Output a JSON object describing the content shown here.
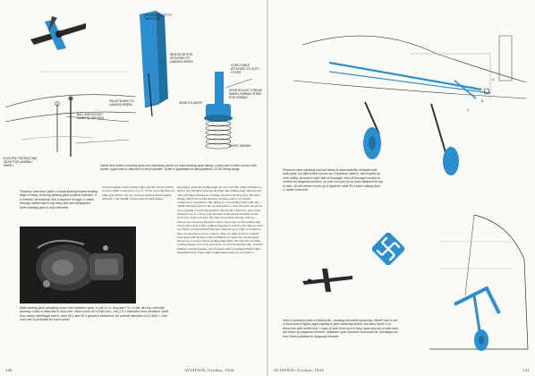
{
  "left_page": {
    "page_number": "140",
    "footer": "AVIATION, October, 1944",
    "diagram_labels": {
      "electric_gear": "ELECTRIC RETRACTING GEAR FOR LANDING WHEEL",
      "ball_socket": "BALL AND SOCKET GUIDE IN TOP SKIN",
      "indicator": "INDICATOR ROD ATTACHED TO LANDING WHEEL",
      "pin_landing": "PIN ATTACHED TO LANDING WHEEL",
      "hinged_cover": "HINGED COVER TO INDICATOR",
      "gear_cylinder": "GEAR CYLINDER",
      "cord_cable": "CORD CABLE ATTACHED TO OLEO COVER",
      "gear_roller": "GEAR ROLLER TORQUE WHEEL FAIRING STRAP ROD FAIRING",
      "speed_fairing": "SPEED FAIRING"
    },
    "caption_gear": "Phantom view from pilot's cockpit looking toward leading edge of wing, showing landing gear position indicator. It is entirely mechanical, like a bayonet of eggs. It slides through slotted ball in top wing skin and disappears when landing gear is fully retracted.",
    "caption_detail": "Detail field sketch showing pressure indicating marks on main landing gear fairing. Lower part of oleo moves with wheel; upper part is attached to strut cylinder. Scale is graduated in atmospheres, 20-80 being range.",
    "caption_photo": "Main landing gear actuating motor and reduction gear, a unit 14 in. long and 7 in. in dia. all ring, with ball-bearing; motor is attached to fluid over. Motor turns at 14,000 rpm., has 2.5:1 reduction from armature shaft thus safely centrifugal clutch, then 55:1 and 40:1 gearbox reductions for overall reduction of 12,494:1. One such unit is provided for each wheel.",
    "body_col1": "riveted together at the leading edge, and the whole is fabric covered. With a total span of 11 ft. 3/4 in. each, the flaps are built up in halves, the two sections being riveted together adjacent to the middle of three ball bearing hinges.",
    "body_col2": "ing hinges. Atop the trailing edge are two 5-in. dia. rubber bumpers to absorb any vibration between the flaps and trailing edge. Inboard and outboard hinge fittings are castings riveted to the flap spar. The mid-fitting, which also forms the flap actuating arm, is of welded construction. Attached to this fitting is a rod reading from 0-60 deg., visible through a hole in the top skin panel, so that the pilot can get an exact reading of each flap position. Electrically driven by gear trains through a cut to a screw jack attached to the motor mounted on the front face of the rear spar, the flaps move down 60 deg. The two motors are connected through a relay control box so that neither flap can go more than 3 deg. without stopping to wait for the other to catch up. Fabric-covered metal Frise-type ailerons are so light in weight as they are reported to be on controls. They are built around a channel monospar with beaded vertical stiffeners to which are riveted upper and lower two-piece metal leading edge skins. The ailerons are hung on three hinges. All of the spar there are 10 conventional ribs, with the familiar rounded gussets, and 10 intercostals of stamped ringed light aluminum alloy. These light weight intercostals are provided to"
  },
  "right_page": {
    "page_number": "141",
    "footer": "AVIATION, October, 1944",
    "diagram_labels": {
      "a": "A",
      "b": "B",
      "c": "C"
    },
    "caption_tail_view": "Phantom view showing how tail wheel is automatically retracted with main gear. As right wheel moves up, it tightens cable A, which goes up over pulley, around to right side of fuselage, thus all through conduit to vertical for diagonal number, up over it to pull up on yoke attached to top of oleo. As left wheel moves up it tightens cable B in same sliding door C under cowcover.",
    "caption_fin": "Here is phantom view of vertical fin, showing tail wheel assembly. Wheel lock is set in front and of figure-eight casting to give castering action, but does block in to direct line with wheel hub. Loads of both front and of drop span and top of also strut are taken by diagonal member. Stabilizer spar between horizontal fin, actuating rod from level bulkhead to diagonal member."
  },
  "colors": {
    "highlight_blue": "#2b8fcf",
    "line_ink": "#2a2a2a",
    "paper": "#fbfaf6"
  }
}
